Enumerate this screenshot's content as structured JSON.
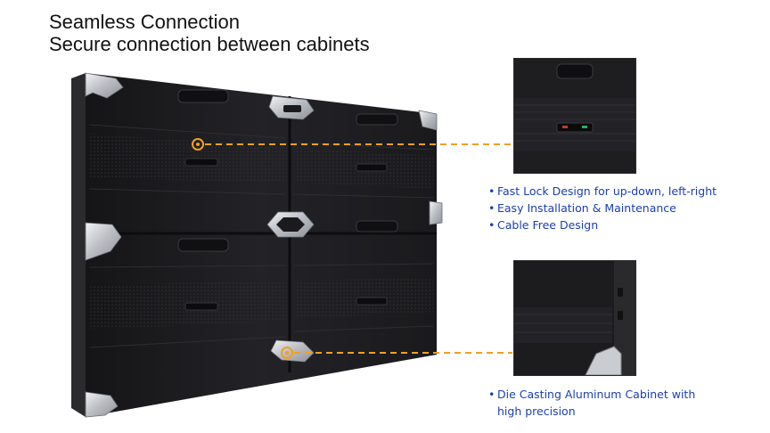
{
  "title": {
    "line1": "Seamless Connection",
    "line2": "Secure connection between cabinets"
  },
  "features_top": [
    "Fast Lock Design for up-down, left-right",
    "Easy Installation & Maintenance",
    "Cable Free Design"
  ],
  "features_bottom": {
    "line1": "Die Casting Aluminum Cabinet with",
    "line2": "high precision"
  },
  "bullet_char": "•",
  "colors": {
    "feature_text": "#1a3fb0",
    "callout_dash": "#f0a020",
    "cabinet_body": "#1e1e21",
    "bracket_silver": "#c9ccd1"
  }
}
